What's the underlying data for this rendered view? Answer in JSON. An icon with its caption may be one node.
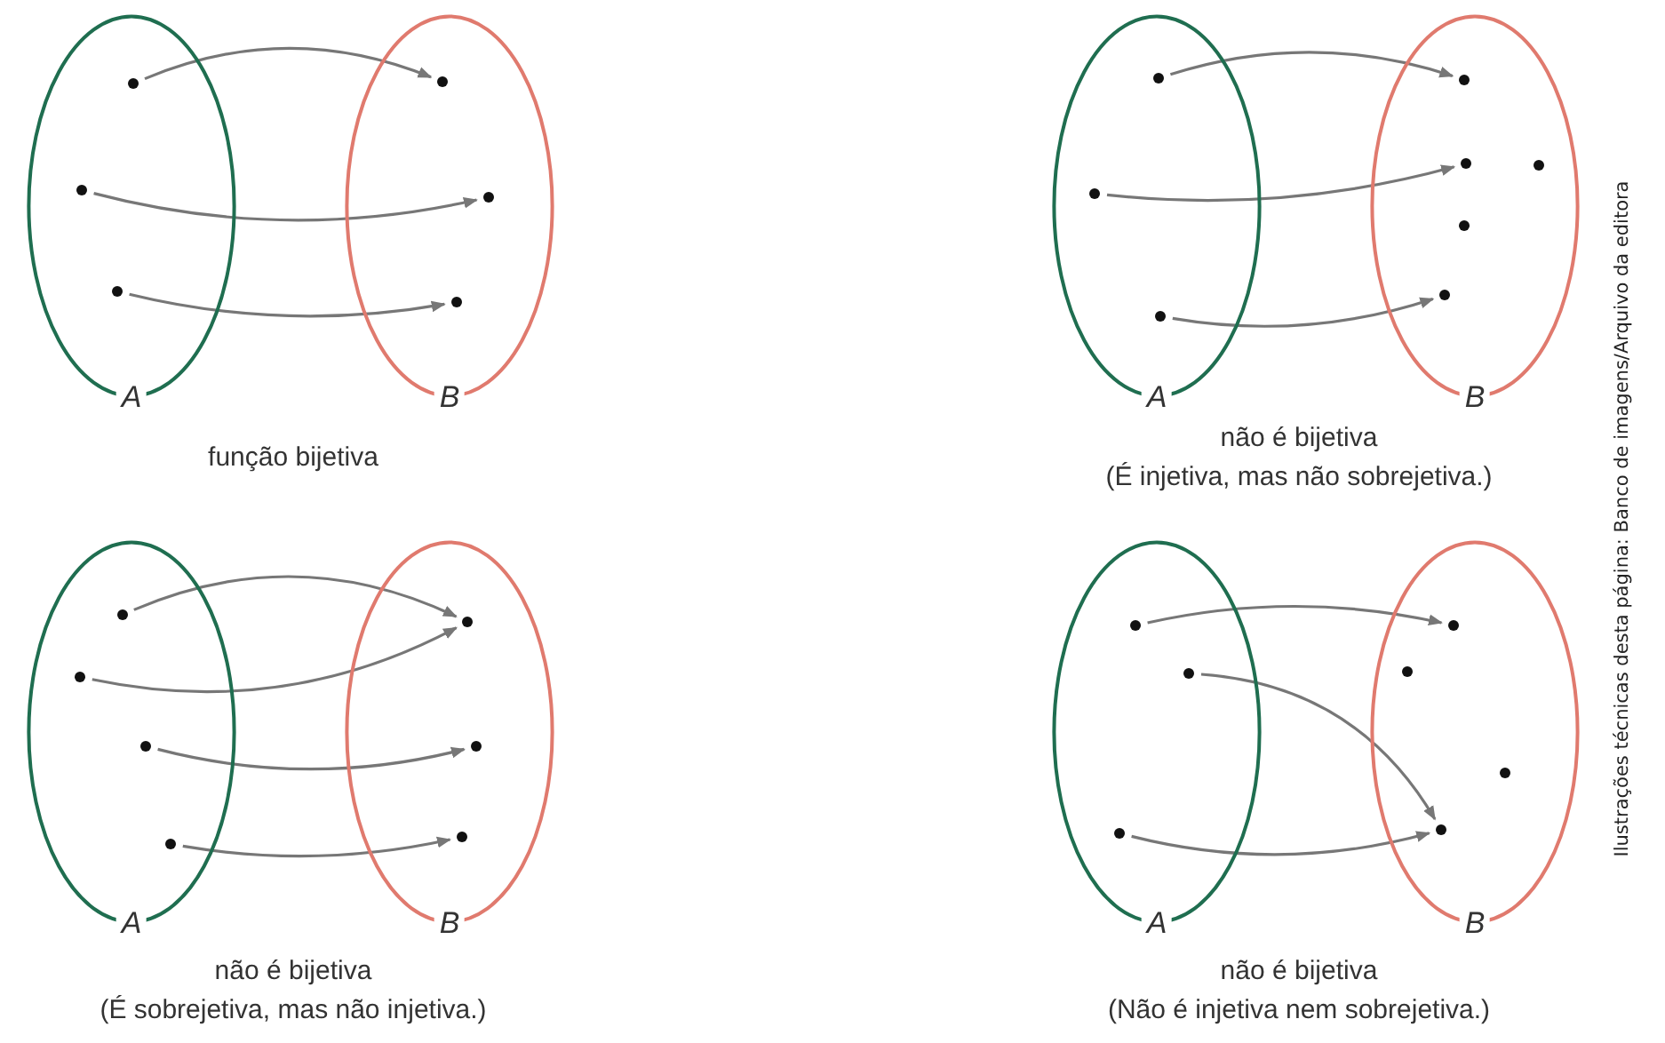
{
  "diagram": {
    "nodes": [
      {
        "text": [
          "A"
        ]
      },
      {
        "text": [],
        "shape": "circle",
        "in": 0
      },
      {
        "text": [],
        "shape": "circle",
        "in": 0
      },
      {
        "text": [],
        "shape": "circle",
        "in": 0
      },
      {
        "text": [
          "B"
        ]
      },
      {
        "text": [],
        "shape": "circle",
        "in": 4
      },
      {
        "text": [],
        "shape": "circle",
        "in": 4
      },
      {
        "text": [],
        "shape": "circle",
        "in": 4
      },
      {
        "text": [
          "A"
        ]
      },
      {
        "text": [],
        "shape": "circle",
        "in": 8
      },
      {
        "text": [],
        "shape": "circle",
        "in": 8
      },
      {
        "text": [],
        "shape": "circle",
        "in": 8
      },
      {
        "text": [
          "B"
        ]
      },
      {
        "text": [],
        "shape": "circle",
        "in": 12
      },
      {
        "text": [],
        "shape": "circle",
        "in": 12
      },
      {
        "text": [],
        "shape": "circle",
        "in": 12
      },
      {
        "text": [],
        "shape": "circle",
        "in": 12
      },
      {
        "text": [],
        "shape": "circle",
        "in": 12
      },
      {
        "text": [
          "A"
        ]
      },
      {
        "text": [],
        "shape": "circle",
        "in": 18
      },
      {
        "text": [],
        "shape": "circle",
        "in": 18
      },
      {
        "text": [],
        "shape": "circle",
        "in": 18
      },
      {
        "text": [],
        "shape": "circle",
        "in": 18
      },
      {
        "text": [
          "B"
        ]
      },
      {
        "text": [],
        "shape": "circle",
        "in": 23
      },
      {
        "text": [],
        "shape": "circle",
        "in": 23
      },
      {
        "text": [],
        "shape": "circle",
        "in": 23
      },
      {
        "text": [
          "A"
        ]
      },
      {
        "text": [],
        "shape": "circle",
        "in": 27
      },
      {
        "text": [],
        "shape": "circle",
        "in": 27
      },
      {
        "text": [],
        "shape": "circle",
        "in": 27
      },
      {
        "text": [
          "B"
        ]
      },
      {
        "text": [],
        "shape": "circle",
        "in": 31
      },
      {
        "text": [],
        "shape": "circle",
        "in": 31
      },
      {
        "text": [],
        "shape": "circle",
        "in": 31
      },
      {
        "text": [],
        "shape": "circle",
        "in": 31
      }
    ],
    "edges": [
      {
        "from": 1,
        "to": 5,
        "arrow": "to"
      },
      {
        "from": 2,
        "to": 6,
        "arrow": "to"
      },
      {
        "from": 3,
        "to": 7,
        "arrow": "to"
      },
      {
        "from": 9,
        "to": 13,
        "arrow": "to"
      },
      {
        "from": 10,
        "to": 14,
        "arrow": "to"
      },
      {
        "from": 11,
        "to": 17,
        "arrow": "to"
      },
      {
        "from": 19,
        "to": 24,
        "arrow": "to"
      },
      {
        "from": 20,
        "to": 24,
        "arrow": "to"
      },
      {
        "from": 21,
        "to": 25,
        "arrow": "to"
      },
      {
        "from": 22,
        "to": 26,
        "arrow": "to"
      },
      {
        "from": 28,
        "to": 32,
        "arrow": "to"
      },
      {
        "from": 29,
        "to": 35,
        "arrow": "to"
      },
      {
        "from": 30,
        "to": 35,
        "arrow": "to"
      }
    ],
    "labels": [
      "função bijetiva",
      "não é bijetiva",
      "(É injetiva, mas não sobrejetiva.)",
      "Ilustrações técnicas desta página: Banco de imagens/Arquivo da editora",
      "não é bijetiva",
      "(É sobrejetiva, mas não injetiva.)",
      "não é bijetiva",
      "(Não é injetiva nem sobrejetiva.)"
    ]
  }
}
